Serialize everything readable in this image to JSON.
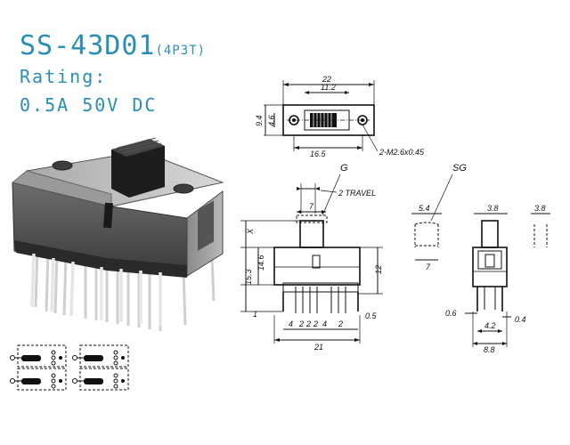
{
  "header": {
    "model": "SS-43D01",
    "variant": "(4P3T)",
    "rating_label": "Rating:",
    "rating_value": "0.5A  50V  DC"
  },
  "top_view": {
    "dim_width": "22",
    "dim_slot": "11.2",
    "dim_height": "9.4",
    "dim_inner": "4.6",
    "dim_hole_pitch": "16.5",
    "note_holes": "2-M2.6x0.45"
  },
  "front_view": {
    "label_g": "G",
    "note_travel": "2 TRAVEL",
    "dim_actuator": "7",
    "dim_x": "X",
    "dim_15_3": "15.3",
    "dim_14_6": "14.6",
    "dim_12": "12",
    "dim_1": "1",
    "dim_0_5": "0.5",
    "dim_pitch_4a": "4",
    "dim_pitch_2": [
      "2",
      "2",
      "2"
    ],
    "dim_pitch_4b": "4",
    "dim_pitch_2b": "2",
    "dim_total": "21"
  },
  "side_view": {
    "label_sg": "SG",
    "dim_5_4": "5.4",
    "dim_7": "7",
    "dim_3_8": "3.8",
    "dim_3_8b": "3.8",
    "dim_0_6": "0.6",
    "dim_0_4": "0.4",
    "dim_4_2": "4.2",
    "dim_8_8": "8.8"
  }
}
